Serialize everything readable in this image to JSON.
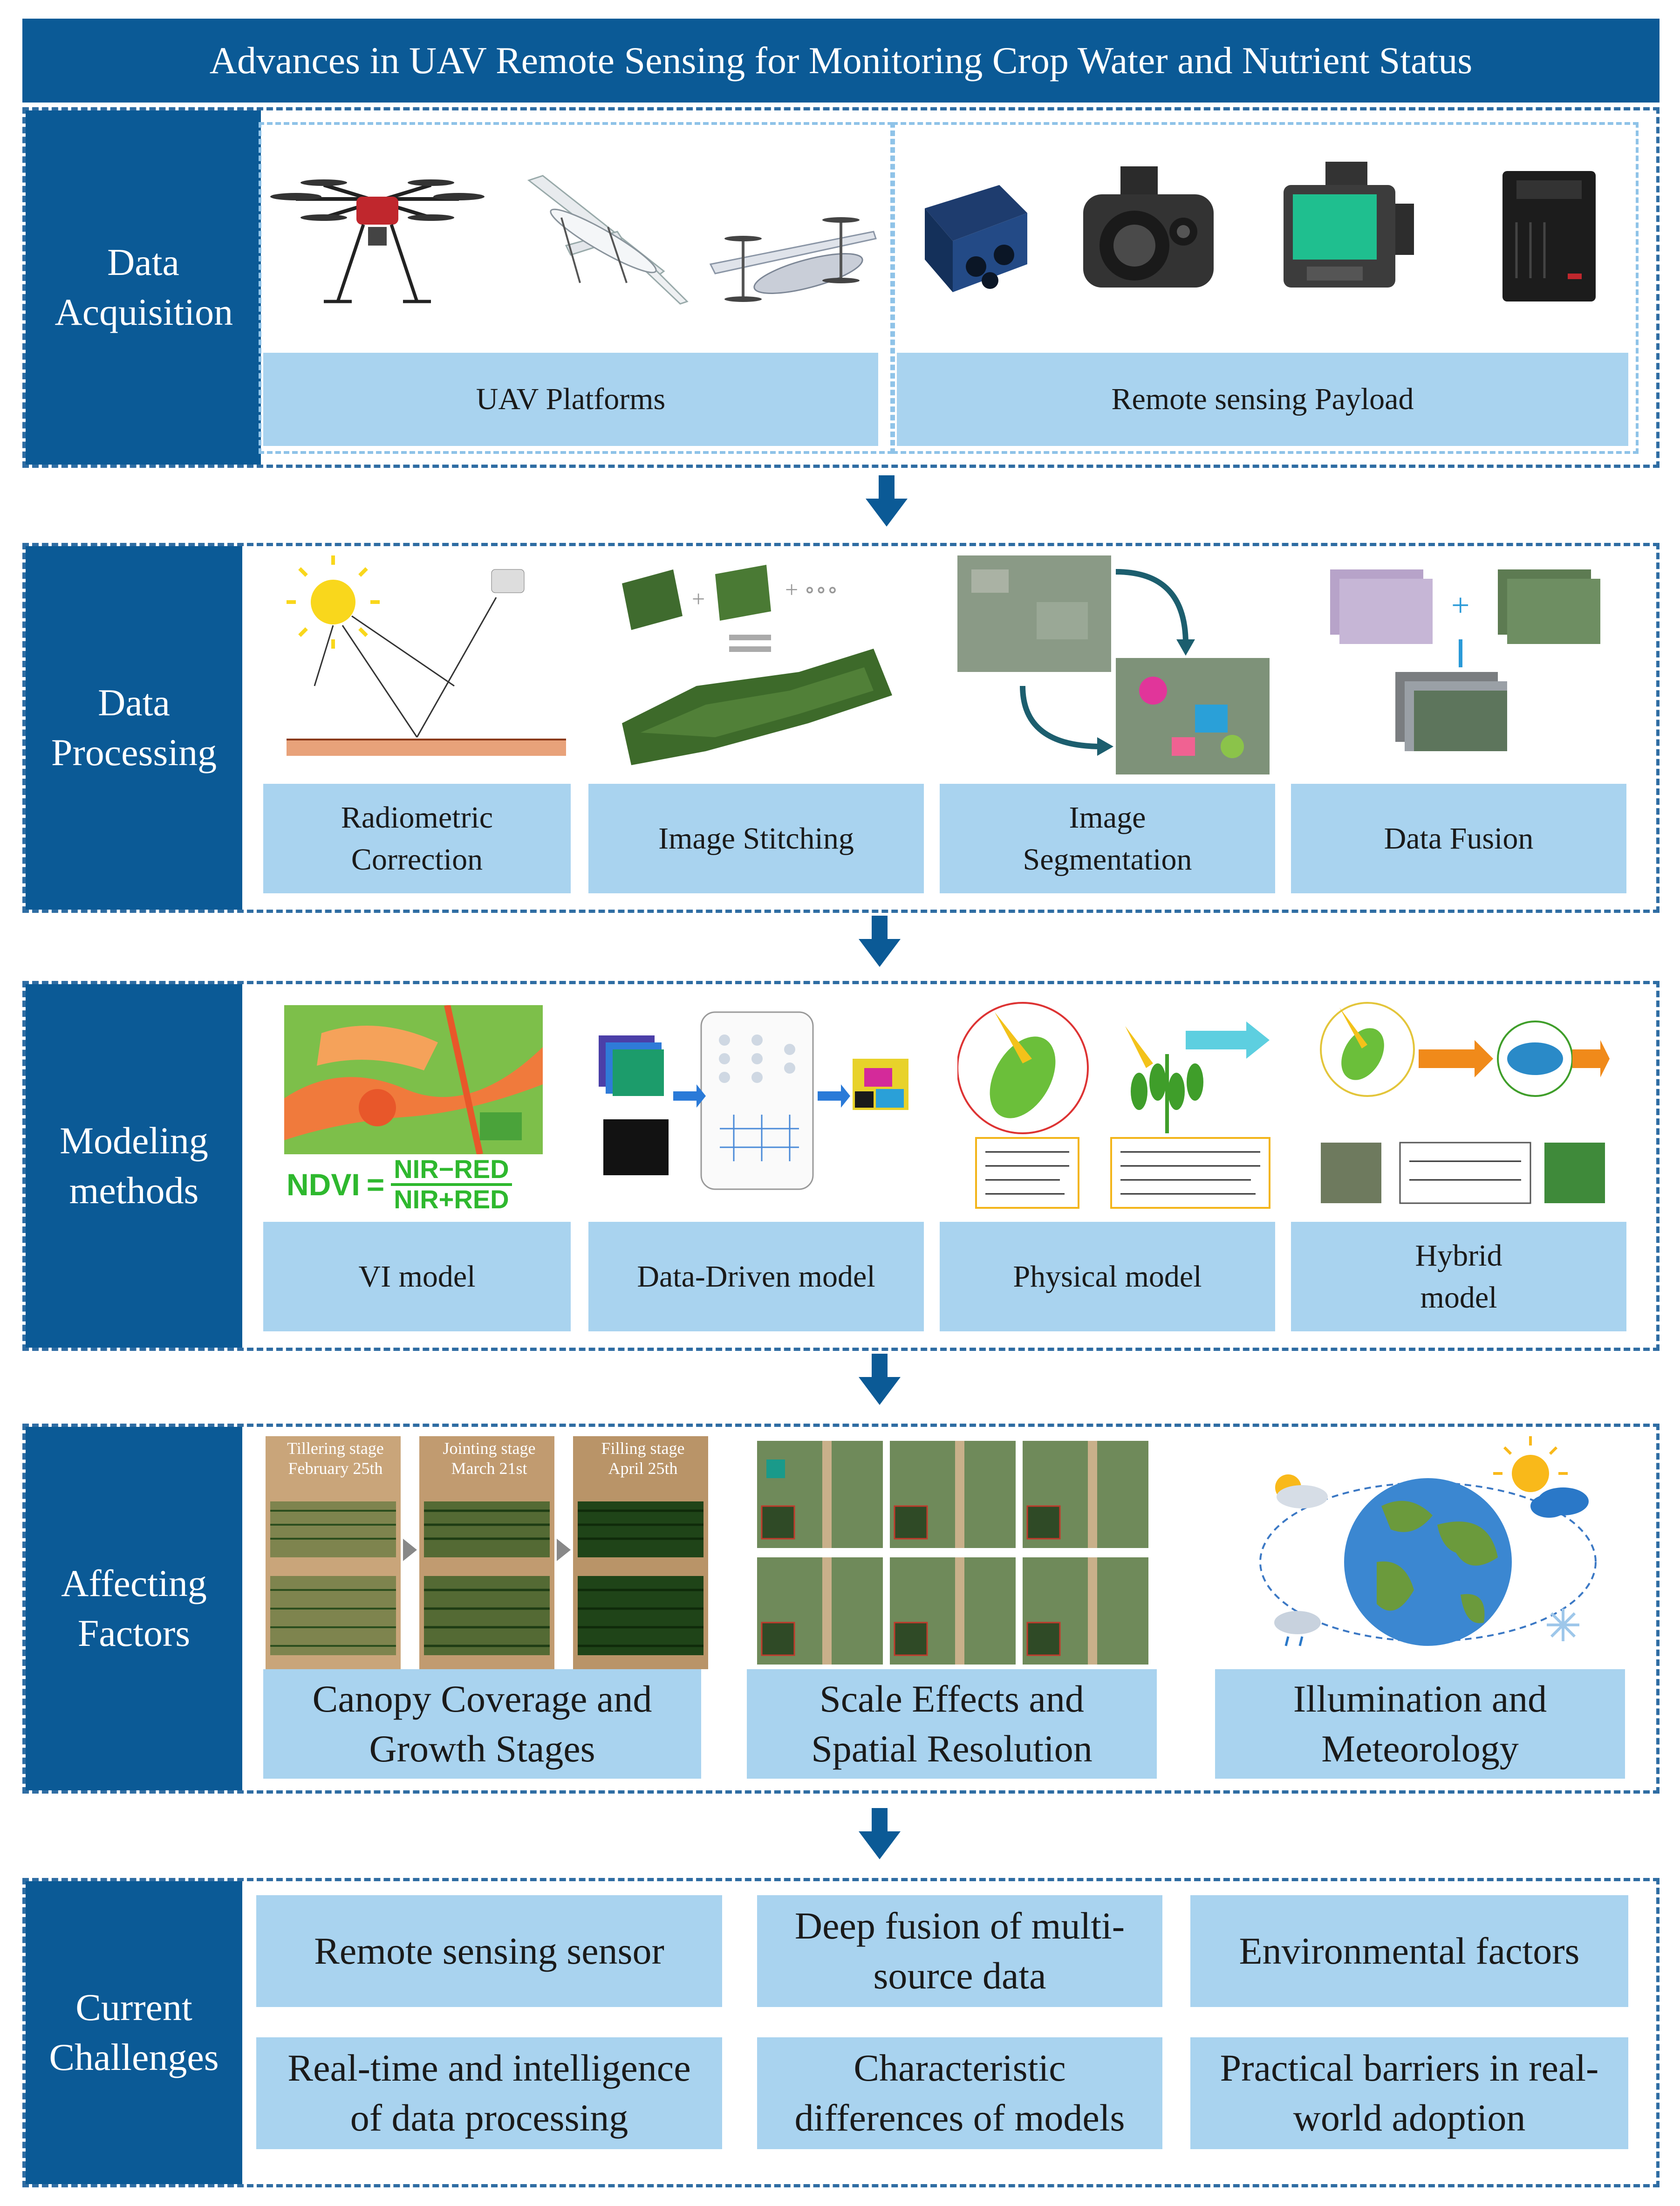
{
  "title": "Advances in UAV Remote Sensing for Monitoring Crop Water and Nutrient Status",
  "colors": {
    "dark_blue": "#0b5a96",
    "light_blue": "#a9d3ef",
    "dash_blue": "#2f6da3"
  },
  "sections": {
    "acquisition": {
      "label": "Data Acquisition",
      "boxes": [
        "UAV Platforms",
        "Remote sensing Payload"
      ]
    },
    "processing": {
      "label": "Data Processing",
      "boxes": [
        "Radiometric Correction",
        "Image Stitching",
        "Image Segmentation",
        "Data Fusion"
      ]
    },
    "modeling": {
      "label": "Modeling methods",
      "boxes": [
        "VI model",
        "Data-Driven model",
        "Physical model",
        "Hybrid model"
      ],
      "ndvi_lhs": "NDVI",
      "ndvi_eq": "=",
      "ndvi_num": "NIR−RED",
      "ndvi_den": "NIR+RED"
    },
    "factors": {
      "label": "Affecting Factors",
      "boxes": [
        "Canopy Coverage and Growth Stages",
        "Scale Effects and Spatial Resolution",
        "Illumination and Meteorology"
      ],
      "stages": [
        {
          "name": "Tillering stage",
          "date": "February 25th"
        },
        {
          "name": "Jointing stage",
          "date": "March 21st"
        },
        {
          "name": "Filling stage",
          "date": "April 25th"
        }
      ]
    },
    "challenges": {
      "label": "Current Challenges",
      "boxes": [
        "Remote sensing sensor",
        "Deep fusion of multi-source data",
        "Environmental factors",
        "Real-time and intelligence of data processing",
        "Characteristic differences of models",
        "Practical barriers in real-world adoption"
      ]
    }
  },
  "icons": [
    "drone-icon",
    "fixed-wing-uav-icon",
    "vtol-uav-icon",
    "multispectral-camera-icon",
    "thermal-camera-icon",
    "hyperspectral-camera-icon",
    "lidar-sensor-icon",
    "sun-icon",
    "globe-icon",
    "cloud-icon",
    "snowflake-icon",
    "down-arrow-icon"
  ]
}
